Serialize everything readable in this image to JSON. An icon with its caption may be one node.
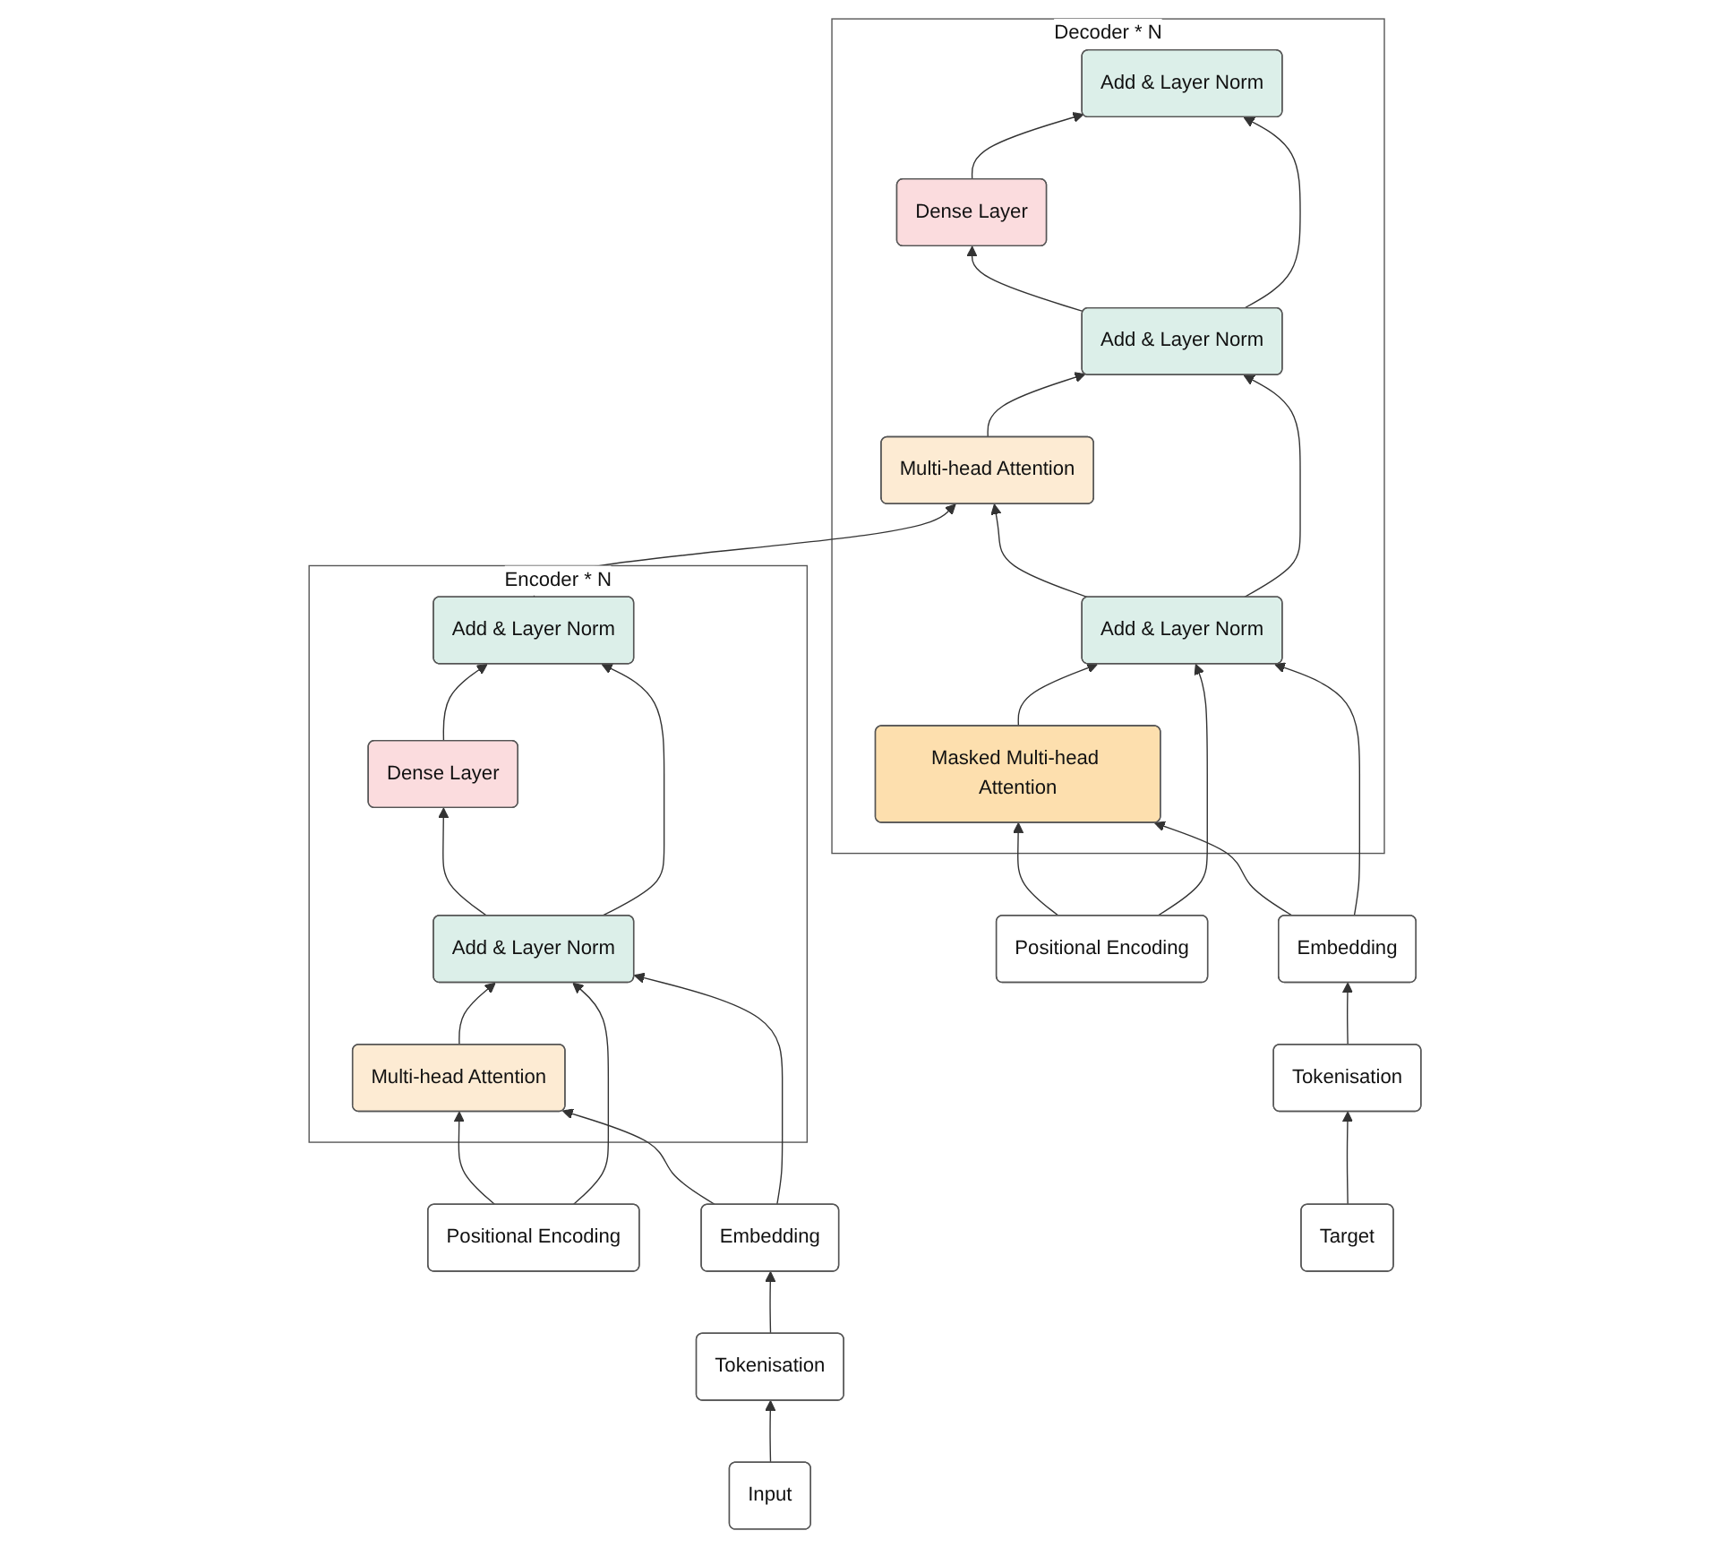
{
  "diagram": {
    "nodes": [
      {
        "text": [
          "Encoder * N"
        ]
      },
      {
        "text": [
          "Add & Layer Norm"
        ],
        "in": 0
      },
      {
        "text": [
          "Dense Layer"
        ],
        "in": 0
      },
      {
        "text": [
          "Add & Layer Norm"
        ],
        "in": 0
      },
      {
        "text": [
          "Multi-head Attention"
        ],
        "in": 0
      },
      {
        "text": [
          "Positional Encoding"
        ]
      },
      {
        "text": [
          "Embedding"
        ]
      },
      {
        "text": [
          "Tokenisation"
        ]
      },
      {
        "text": [
          "Input"
        ]
      },
      {
        "text": [
          "Decoder * N"
        ]
      },
      {
        "text": [
          "Add & Layer Norm"
        ],
        "in": 9
      },
      {
        "text": [
          "Dense Layer"
        ],
        "in": 9
      },
      {
        "text": [
          "Add & Layer Norm"
        ],
        "in": 9
      },
      {
        "text": [
          "Multi-head Attention"
        ],
        "in": 9
      },
      {
        "text": [
          "Add & Layer Norm"
        ],
        "in": 9
      },
      {
        "text": [
          "Masked Multi-head Attention"
        ],
        "in": 9
      },
      {
        "text": [
          "Positional Encoding"
        ]
      },
      {
        "text": [
          "Embedding"
        ]
      },
      {
        "text": [
          "Tokenisation"
        ]
      },
      {
        "text": [
          "Target"
        ]
      }
    ],
    "edges": [
      {
        "from": 8,
        "to": 7,
        "arrow": "to"
      },
      {
        "from": 7,
        "to": 6,
        "arrow": "to"
      },
      {
        "from": 6,
        "to": 4,
        "arrow": "to"
      },
      {
        "from": 6,
        "to": 3,
        "arrow": "to"
      },
      {
        "from": 5,
        "to": 4,
        "arrow": "to"
      },
      {
        "from": 5,
        "to": 3,
        "arrow": "to"
      },
      {
        "from": 4,
        "to": 3,
        "arrow": "to"
      },
      {
        "from": 3,
        "to": 2,
        "arrow": "to"
      },
      {
        "from": 3,
        "to": 1,
        "arrow": "to"
      },
      {
        "from": 2,
        "to": 1,
        "arrow": "to"
      },
      {
        "from": 1,
        "to": 13,
        "arrow": "to"
      },
      {
        "from": 19,
        "to": 18,
        "arrow": "to"
      },
      {
        "from": 18,
        "to": 17,
        "arrow": "to"
      },
      {
        "from": 17,
        "to": 15,
        "arrow": "to"
      },
      {
        "from": 17,
        "to": 14,
        "arrow": "to"
      },
      {
        "from": 16,
        "to": 15,
        "arrow": "to"
      },
      {
        "from": 16,
        "to": 14,
        "arrow": "to"
      },
      {
        "from": 15,
        "to": 14,
        "arrow": "to"
      },
      {
        "from": 14,
        "to": 13,
        "arrow": "to"
      },
      {
        "from": 14,
        "to": 12,
        "arrow": "to"
      },
      {
        "from": 13,
        "to": 12,
        "arrow": "to"
      },
      {
        "from": 12,
        "to": 11,
        "arrow": "to"
      },
      {
        "from": 12,
        "to": 10,
        "arrow": "to"
      },
      {
        "from": 11,
        "to": 10,
        "arrow": "to"
      }
    ]
  }
}
